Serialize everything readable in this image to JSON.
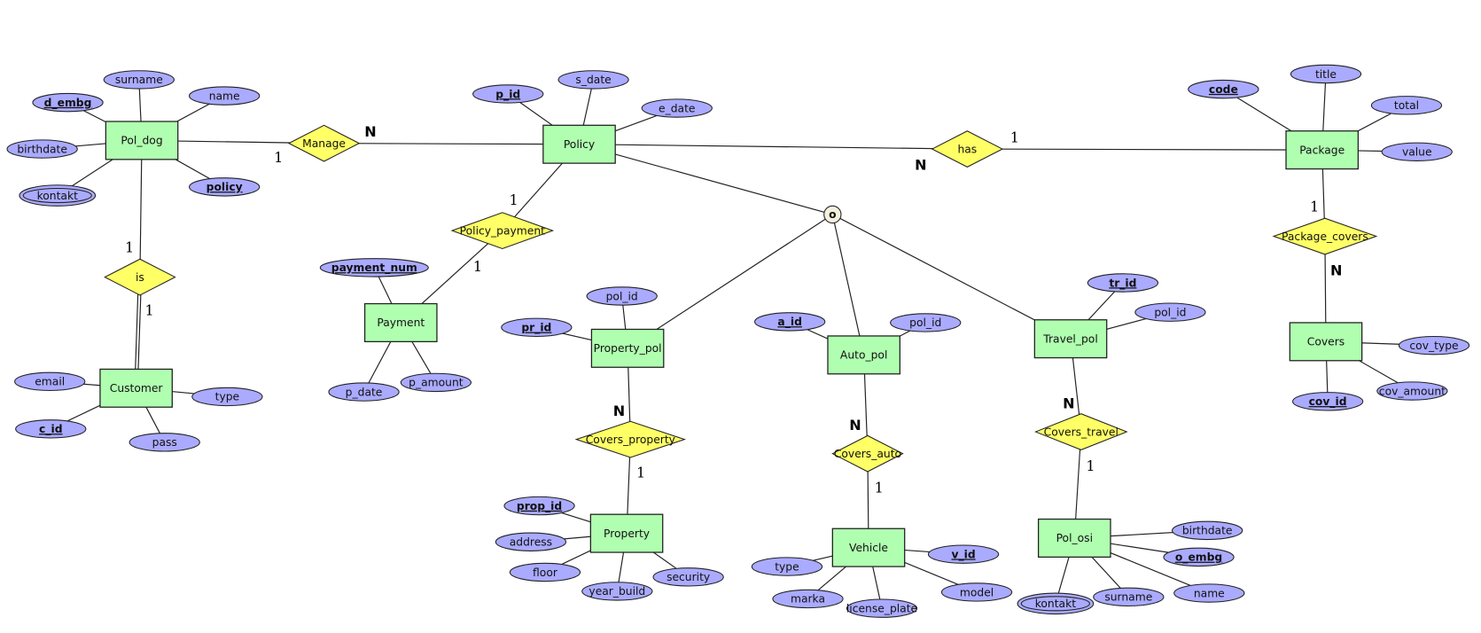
{
  "diagram": {
    "colors": {
      "entity_fill": "#b0ffb0",
      "relationship_fill": "#ffff66",
      "attribute_fill": "#aaaaff",
      "disjoint_fill": "#f5f0dc",
      "stroke": "#222222"
    },
    "entities": [
      {
        "id": "pol_dog",
        "label": "Pol_dog"
      },
      {
        "id": "customer",
        "label": "Customer"
      },
      {
        "id": "policy",
        "label": "Policy"
      },
      {
        "id": "payment",
        "label": "Payment"
      },
      {
        "id": "property_pol",
        "label": "Property_pol"
      },
      {
        "id": "property",
        "label": "Property"
      },
      {
        "id": "auto_pol",
        "label": "Auto_pol"
      },
      {
        "id": "vehicle",
        "label": "Vehicle"
      },
      {
        "id": "travel_pol",
        "label": "Travel_pol"
      },
      {
        "id": "pol_osi",
        "label": "Pol_osi"
      },
      {
        "id": "package",
        "label": "Package"
      },
      {
        "id": "covers",
        "label": "Covers"
      }
    ],
    "relationships": [
      {
        "id": "manage",
        "label": "Manage"
      },
      {
        "id": "is",
        "label": "is"
      },
      {
        "id": "policy_payment",
        "label": "Policy_payment"
      },
      {
        "id": "has",
        "label": "has"
      },
      {
        "id": "package_covers",
        "label": "Package_covers"
      },
      {
        "id": "covers_property",
        "label": "Covers_property"
      },
      {
        "id": "covers_auto",
        "label": "Covers_auto"
      },
      {
        "id": "covers_travel",
        "label": "Covers_travel"
      }
    ],
    "attributes": [
      {
        "id": "a_pd_surname",
        "label": "surname",
        "owner": "pol_dog",
        "key": false,
        "multivalued": false
      },
      {
        "id": "a_pd_name",
        "label": "name",
        "owner": "pol_dog",
        "key": false,
        "multivalued": false
      },
      {
        "id": "a_pd_embg",
        "label": "d_embg",
        "owner": "pol_dog",
        "key": true,
        "multivalued": false
      },
      {
        "id": "a_pd_birthdate",
        "label": "birthdate",
        "owner": "pol_dog",
        "key": false,
        "multivalued": false
      },
      {
        "id": "a_pd_kontakt",
        "label": "kontakt",
        "owner": "pol_dog",
        "key": false,
        "multivalued": true
      },
      {
        "id": "a_pd_policy",
        "label": "policy",
        "owner": "pol_dog",
        "key": true,
        "multivalued": false
      },
      {
        "id": "a_c_email",
        "label": "email",
        "owner": "customer",
        "key": false,
        "multivalued": false
      },
      {
        "id": "a_c_type",
        "label": "type",
        "owner": "customer",
        "key": false,
        "multivalued": false
      },
      {
        "id": "a_c_id",
        "label": "c_id",
        "owner": "customer",
        "key": true,
        "multivalued": false
      },
      {
        "id": "a_c_pass",
        "label": "pass",
        "owner": "customer",
        "key": false,
        "multivalued": false
      },
      {
        "id": "a_p_id",
        "label": "p_id",
        "owner": "policy",
        "key": true,
        "multivalued": false
      },
      {
        "id": "a_p_sdate",
        "label": "s_date",
        "owner": "policy",
        "key": false,
        "multivalued": false
      },
      {
        "id": "a_p_edate",
        "label": "e_date",
        "owner": "policy",
        "key": false,
        "multivalued": false
      },
      {
        "id": "a_pay_num",
        "label": "payment_num",
        "owner": "payment",
        "key": true,
        "multivalued": false
      },
      {
        "id": "a_pay_date",
        "label": "p_date",
        "owner": "payment",
        "key": false,
        "multivalued": false
      },
      {
        "id": "a_pay_amount",
        "label": "p_amount",
        "owner": "payment",
        "key": false,
        "multivalued": false
      },
      {
        "id": "a_pp_polid",
        "label": "pol_id",
        "owner": "property_pol",
        "key": false,
        "multivalued": false
      },
      {
        "id": "a_pp_prid",
        "label": "pr_id",
        "owner": "property_pol",
        "key": true,
        "multivalued": false
      },
      {
        "id": "a_pr_propid",
        "label": "prop_id",
        "owner": "property",
        "key": true,
        "multivalued": false
      },
      {
        "id": "a_pr_address",
        "label": "address",
        "owner": "property",
        "key": false,
        "multivalued": false
      },
      {
        "id": "a_pr_floor",
        "label": "floor",
        "owner": "property",
        "key": false,
        "multivalued": false
      },
      {
        "id": "a_pr_yearbuild",
        "label": "year_build",
        "owner": "property",
        "key": false,
        "multivalued": false
      },
      {
        "id": "a_pr_security",
        "label": "security",
        "owner": "property",
        "key": false,
        "multivalued": false
      },
      {
        "id": "a_ap_aid",
        "label": "a_id",
        "owner": "auto_pol",
        "key": true,
        "multivalued": false
      },
      {
        "id": "a_ap_polid",
        "label": "pol_id",
        "owner": "auto_pol",
        "key": false,
        "multivalued": false
      },
      {
        "id": "a_v_type",
        "label": "type",
        "owner": "vehicle",
        "key": false,
        "multivalued": false
      },
      {
        "id": "a_v_vid",
        "label": "v_id",
        "owner": "vehicle",
        "key": true,
        "multivalued": false
      },
      {
        "id": "a_v_marka",
        "label": "marka",
        "owner": "vehicle",
        "key": false,
        "multivalued": false
      },
      {
        "id": "a_v_plate",
        "label": "license_plate",
        "owner": "vehicle",
        "key": false,
        "multivalued": false
      },
      {
        "id": "a_v_model",
        "label": "model",
        "owner": "vehicle",
        "key": false,
        "multivalued": false
      },
      {
        "id": "a_tp_trid",
        "label": "tr_id",
        "owner": "travel_pol",
        "key": true,
        "multivalued": false
      },
      {
        "id": "a_tp_polid",
        "label": "pol_id",
        "owner": "travel_pol",
        "key": false,
        "multivalued": false
      },
      {
        "id": "a_po_birthdate",
        "label": "birthdate",
        "owner": "pol_osi",
        "key": false,
        "multivalued": false
      },
      {
        "id": "a_po_embg",
        "label": "o_embg",
        "owner": "pol_osi",
        "key": true,
        "multivalued": false
      },
      {
        "id": "a_po_name",
        "label": "name",
        "owner": "pol_osi",
        "key": false,
        "multivalued": false
      },
      {
        "id": "a_po_surname",
        "label": "surname",
        "owner": "pol_osi",
        "key": false,
        "multivalued": false
      },
      {
        "id": "a_po_kontakt",
        "label": "kontakt",
        "owner": "pol_osi",
        "key": false,
        "multivalued": true
      },
      {
        "id": "a_pk_code",
        "label": "code",
        "owner": "package",
        "key": true,
        "multivalued": false
      },
      {
        "id": "a_pk_title",
        "label": "title",
        "owner": "package",
        "key": false,
        "multivalued": false
      },
      {
        "id": "a_pk_total",
        "label": "total",
        "owner": "package",
        "key": false,
        "multivalued": false
      },
      {
        "id": "a_pk_value",
        "label": "value",
        "owner": "package",
        "key": false,
        "multivalued": false
      },
      {
        "id": "a_cv_type",
        "label": "cov_type",
        "owner": "covers",
        "key": false,
        "multivalued": false
      },
      {
        "id": "a_cv_amount",
        "label": "cov_amount",
        "owner": "covers",
        "key": false,
        "multivalued": false
      },
      {
        "id": "a_cv_id",
        "label": "cov_id",
        "owner": "covers",
        "key": true,
        "multivalued": false
      }
    ],
    "disjoint": {
      "label": "o",
      "parent": "policy",
      "children": [
        "property_pol",
        "auto_pol",
        "travel_pol"
      ]
    },
    "cardinalities": [
      {
        "id": "c_manage_poldog",
        "label": "1",
        "style": "one"
      },
      {
        "id": "c_manage_policy",
        "label": "N",
        "style": "many"
      },
      {
        "id": "c_is_poldog",
        "label": "1",
        "style": "one"
      },
      {
        "id": "c_is_customer",
        "label": "1",
        "style": "one"
      },
      {
        "id": "c_pp_policy",
        "label": "1",
        "style": "one"
      },
      {
        "id": "c_pp_payment",
        "label": "1",
        "style": "one"
      },
      {
        "id": "c_has_policy",
        "label": "N",
        "style": "many"
      },
      {
        "id": "c_has_package",
        "label": "1",
        "style": "one"
      },
      {
        "id": "c_pkc_package",
        "label": "1",
        "style": "one"
      },
      {
        "id": "c_pkc_covers",
        "label": "N",
        "style": "many"
      },
      {
        "id": "c_cp_proppol",
        "label": "N",
        "style": "many"
      },
      {
        "id": "c_cp_property",
        "label": "1",
        "style": "one"
      },
      {
        "id": "c_ca_autopol",
        "label": "N",
        "style": "many"
      },
      {
        "id": "c_ca_vehicle",
        "label": "1",
        "style": "one"
      },
      {
        "id": "c_ct_travelpol",
        "label": "N",
        "style": "many"
      },
      {
        "id": "c_ct_polosi",
        "label": "1",
        "style": "one"
      }
    ]
  }
}
